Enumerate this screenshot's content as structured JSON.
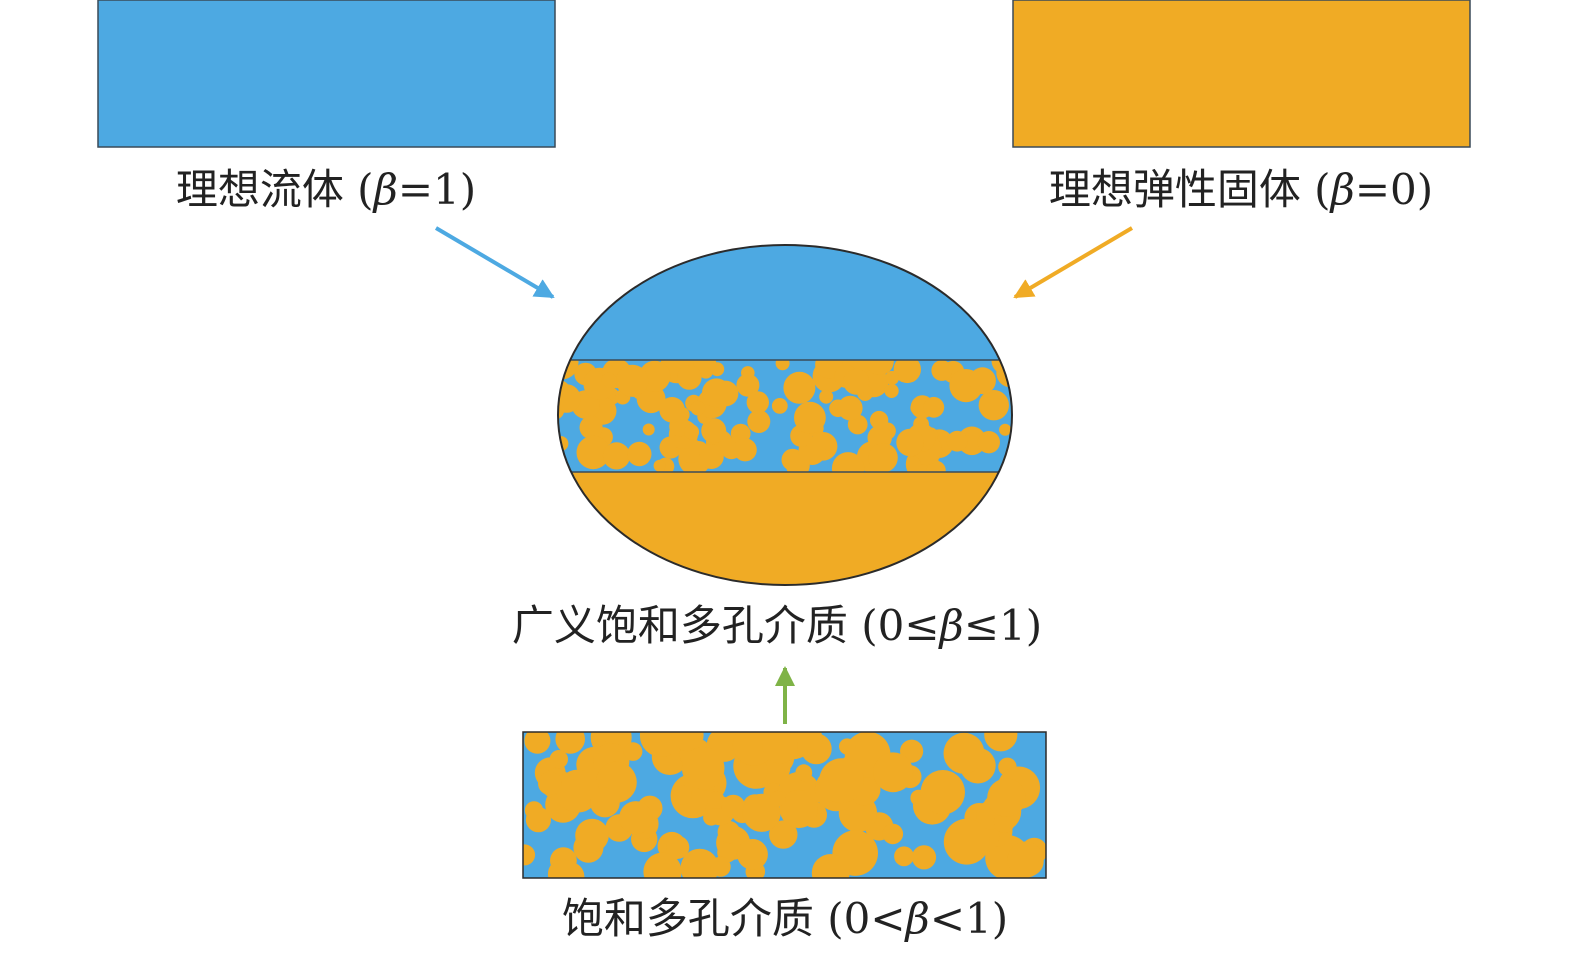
{
  "colors": {
    "fluid": "#4DA9E2",
    "solid": "#F0AB25",
    "fluid_arrow": "#4DA9E2",
    "solid_arrow": "#F0AB25",
    "porous_arrow": "#7FB347",
    "outline": "#3a4a58"
  },
  "nodes": {
    "fluid": {
      "name_prefix": "理想流体 (",
      "beta": "β",
      "name_suffix": "=1)"
    },
    "solid": {
      "name_prefix": "理想弹性固体 (",
      "beta": "β",
      "name_suffix": "=0)"
    },
    "generalized": {
      "name_prefix": "广义饱和多孔介质 (0≤",
      "beta": "β",
      "name_suffix": "≤1)"
    },
    "porous": {
      "name_prefix": "饱和多孔介质 (0<",
      "beta": "β",
      "name_suffix": "<1)"
    }
  }
}
